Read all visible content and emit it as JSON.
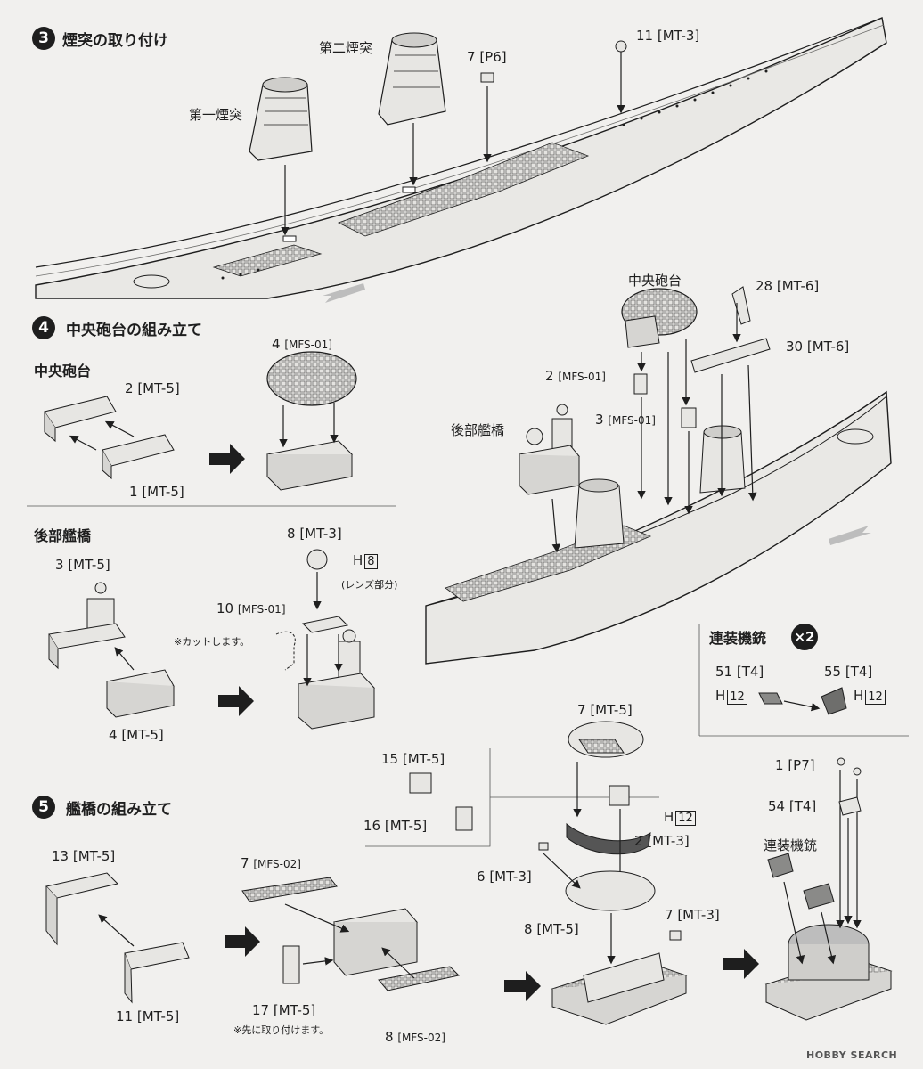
{
  "step3": {
    "number": "3",
    "title": "煙突の取り付け",
    "labels": {
      "funnel1": "第一煙突",
      "funnel2": "第二煙突",
      "part7": "7",
      "part7_code": "[P6]",
      "part11": "11",
      "part11_code": "[MT-3]"
    }
  },
  "step4": {
    "number": "4",
    "title": "中央砲台の組み立て",
    "center_battery": {
      "heading": "中央砲台",
      "p2": "2",
      "p2_code": "[MT-5]",
      "p1": "1",
      "p1_code": "[MT-5]",
      "p4": "4",
      "p4_code": "[MFS-01]"
    },
    "rear_bridge": {
      "heading": "後部艦橋",
      "p3": "3",
      "p3_code": "[MT-5]",
      "p4": "4",
      "p4_code": "[MT-5]",
      "p8": "8",
      "p8_code": "[MT-3]",
      "h_prefix": "H",
      "h_num": "8",
      "lens_note": "(レンズ部分)",
      "p10": "10",
      "p10_code": "[MFS-01]",
      "cut_note": "※カットします。"
    },
    "ship_labels": {
      "center_battery": "中央砲台",
      "p28": "28",
      "p28_code": "[MT-6]",
      "p30": "30",
      "p30_code": "[MT-6]",
      "p2": "2",
      "p2_code": "[MFS-01]",
      "p3": "3",
      "p3_code": "[MFS-01]",
      "rear_bridge": "後部艦橋"
    },
    "twin_mg": {
      "heading": "連装機銃",
      "multiplier": "×2",
      "p51": "51",
      "p51_code": "[T4]",
      "p55": "55",
      "p55_code": "[T4]",
      "h_prefix": "H",
      "h_num": "12"
    }
  },
  "step5": {
    "number": "5",
    "title": "艦橋の組み立て",
    "labels": {
      "p15": "15",
      "p15_code": "[MT-5]",
      "p16": "16",
      "p16_code": "[MT-5]",
      "p7a": "7",
      "p7a_code": "[MT-5]",
      "h_prefix": "H",
      "h_num": "12",
      "p2": "2",
      "p2_code": "[MT-3]",
      "p6": "6",
      "p6_code": "[MT-3]",
      "p7b": "7",
      "p7b_code": "[MT-3]",
      "p8a": "8",
      "p8a_code": "[MT-5]",
      "p13": "13",
      "p13_code": "[MT-5]",
      "p11": "11",
      "p11_code": "[MT-5]",
      "p7c": "7",
      "p7c_code": "[MFS-02]",
      "p17": "17",
      "p17_code": "[MT-5]",
      "p17_note": "※先に取り付けます。",
      "p8b": "8",
      "p8b_code": "[MFS-02]",
      "p1": "1",
      "p1_code": "[P7]",
      "p54": "54",
      "p54_code": "[T4]",
      "twin_mg": "連装機銃"
    }
  },
  "watermark": "HOBBY SEARCH",
  "colors": {
    "ink": "#1e1e1e",
    "paper": "#f1f0ee",
    "part": "#e7e6e3",
    "deck": "#dcdbd8",
    "grid": "#8a8a88",
    "motion": "#bdbdbd"
  }
}
